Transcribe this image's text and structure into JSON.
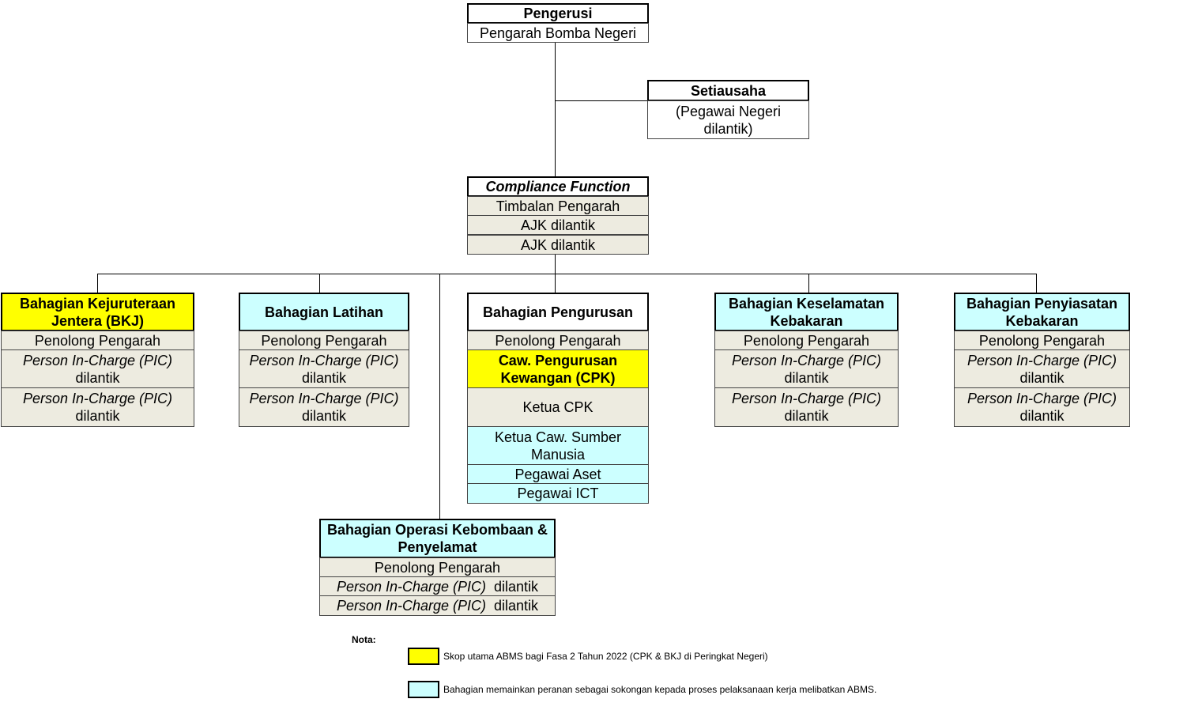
{
  "chair": {
    "title": "Pengerusi",
    "name": "Pengarah Bomba Negeri"
  },
  "secretary": {
    "title": "Setiausaha",
    "desc": "(Pegawai Negeri dilantik)"
  },
  "compliance": {
    "title": "Compliance Function",
    "rows": [
      "Timbalan Pengarah",
      "AJK dilantik",
      "AJK dilantik"
    ]
  },
  "bkj": {
    "title": "Bahagian Kejuruteraan Jentera (BKJ)",
    "row1": "Penolong Pengarah",
    "pic": "Person In-Charge (PIC)",
    "dilantik": "dilantik"
  },
  "latihan": {
    "title": "Bahagian Latihan",
    "row1": "Penolong Pengarah",
    "pic": "Person In-Charge (PIC)",
    "dilantik": "dilantik"
  },
  "pengurusan": {
    "title": "Bahagian Pengurusan",
    "row1": "Penolong Pengarah",
    "cpk": "Caw. Pengurusan Kewangan (CPK)",
    "ketua_cpk": "Ketua CPK",
    "ketua_sm": "Ketua Caw. Sumber Manusia",
    "aset": "Pegawai Aset",
    "ict": "Pegawai ICT"
  },
  "keselamatan": {
    "title": "Bahagian Keselamatan Kebakaran",
    "row1": "Penolong Pengarah",
    "pic": "Person In-Charge (PIC)",
    "dilantik": "dilantik"
  },
  "penyiasatan": {
    "title": "Bahagian Penyiasatan Kebakaran",
    "row1": "Penolong Pengarah",
    "pic": "Person In-Charge (PIC)",
    "dilantik": "dilantik"
  },
  "operasi": {
    "title": "Bahagian Operasi Kebombaan & Penyelamat",
    "row1": "Penolong Pengarah",
    "pic": "Person In-Charge (PIC)",
    "dilantik": "dilantik"
  },
  "nota": {
    "label": "Nota:",
    "yellow_text": "Skop utama ABMS bagi Fasa 2 Tahun 2022 (CPK & BKJ di Peringkat Negeri)",
    "cyan_text": "Bahagian memainkan peranan sebagai sokongan kepada proses pelaksanaan kerja melibatkan ABMS."
  },
  "colors": {
    "yellow": "#ffff00",
    "cyan": "#ccffff",
    "beige": "#edebe0"
  }
}
